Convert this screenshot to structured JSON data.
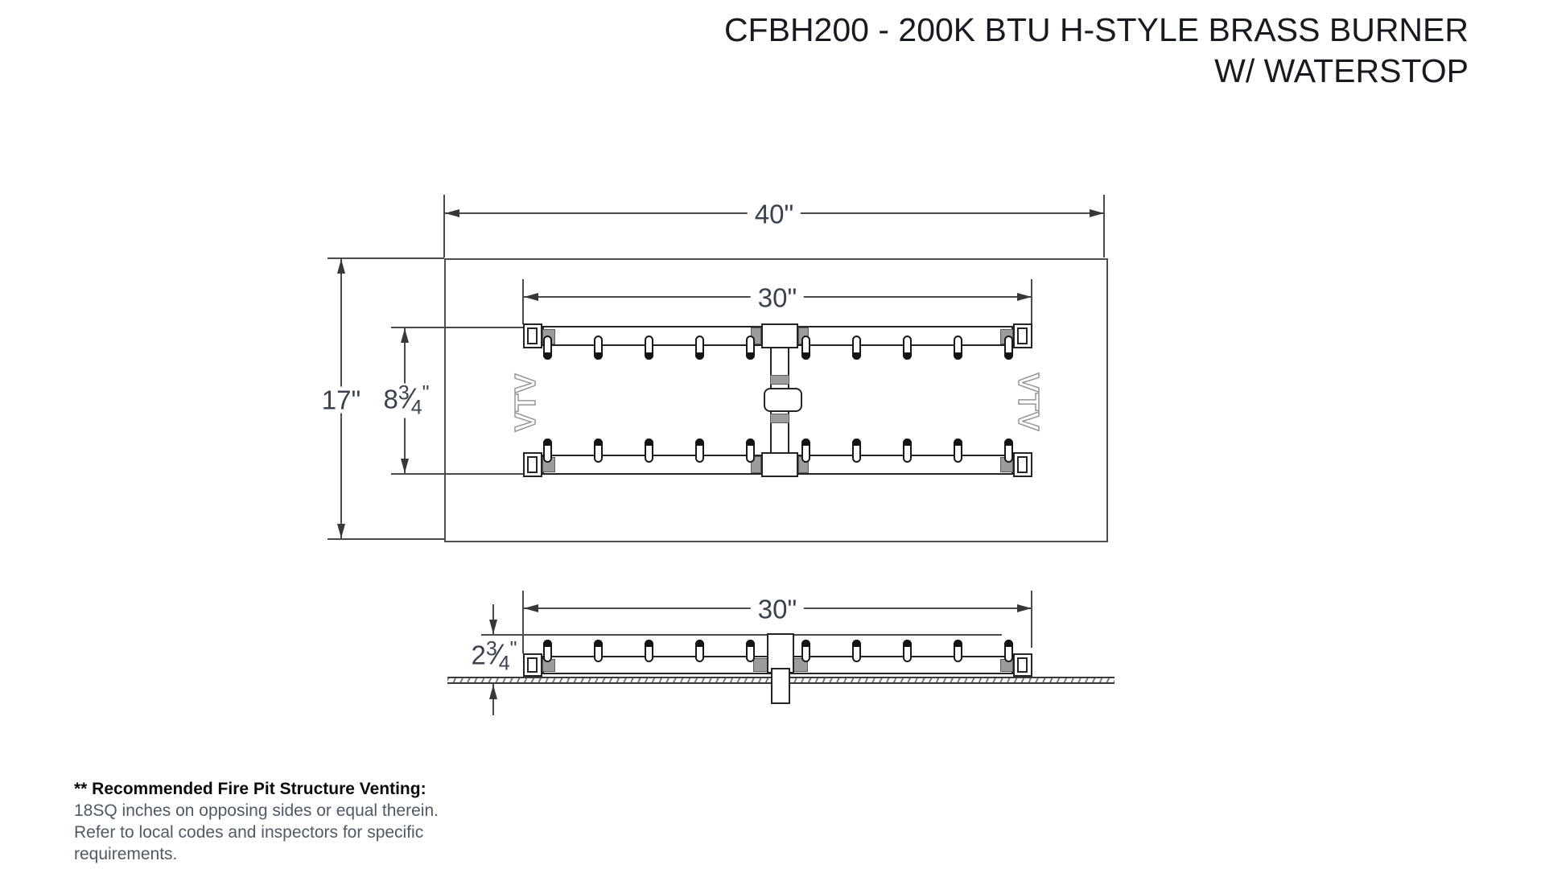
{
  "title": {
    "line1": "CFBH200 - 200K BTU H-STYLE BRASS BURNER",
    "line2": "W/ WATERSTOP"
  },
  "dimensions": {
    "top_view_overall_width": "40\"",
    "top_view_burner_width": "30\"",
    "top_view_overall_depth": "17\"",
    "top_view_burner_depth": {
      "whole": "8",
      "numerator": "3",
      "denominator": "4",
      "unit": "\""
    },
    "side_view_burner_width": "30\"",
    "side_view_burner_height": {
      "whole": "2",
      "numerator": "3",
      "denominator": "4",
      "unit": "\""
    }
  },
  "watermark": {
    "text": "VTV"
  },
  "note": {
    "heading": "** Recommended Fire Pit Structure Venting:",
    "line1": "18SQ inches on opposing sides or equal therein.",
    "line2": "Refer to local codes and inspectors for specific",
    "line3": "requirements."
  }
}
